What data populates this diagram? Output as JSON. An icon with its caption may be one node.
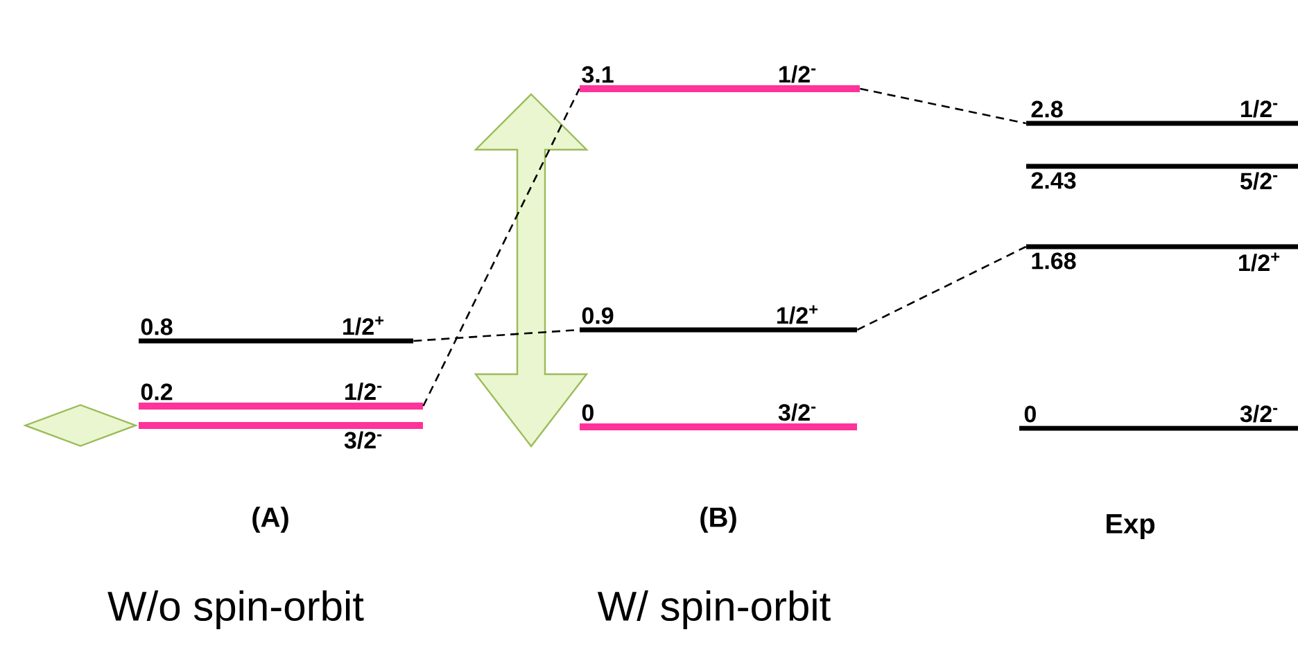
{
  "diagram": {
    "nodes": [
      {
        "text": [
          "0.8",
          "1/2$^{+}$"
        ]
      },
      {
        "text": [
          "0.2",
          "1/2$^{-}$"
        ]
      },
      {
        "text": [
          "3/2$^{-}$"
        ]
      },
      {
        "text": [
          "3.1",
          "1/2$^{-}$"
        ]
      },
      {
        "text": [
          "0.9",
          "1/2$^{+}$"
        ]
      },
      {
        "text": [
          "0",
          "3/2$^{-}$"
        ]
      },
      {
        "text": [
          "2.8",
          "1/2$^{-}$"
        ]
      },
      {
        "text": [
          "2.43",
          "5/2$^{-}$"
        ]
      },
      {
        "text": [
          "1.68",
          "1/2$^{+}$"
        ]
      },
      {
        "text": [
          "0",
          "3/2$^{-}$"
        ]
      },
      {
        "text": [],
        "shape": "diamond"
      }
    ],
    "edges": [
      {
        "from": 0,
        "to": 4,
        "arrow": "none",
        "style": "dashed"
      },
      {
        "from": 1,
        "to": 3,
        "arrow": "none",
        "style": "dashed"
      },
      {
        "from": 3,
        "to": 6,
        "arrow": "none",
        "style": "dashed"
      },
      {
        "from": 4,
        "to": 8,
        "arrow": "none",
        "style": "dashed"
      }
    ],
    "labels": [
      "(A)",
      "(B)",
      "Exp",
      "W/o spin-orbit",
      "W/ spin-orbit"
    ]
  }
}
